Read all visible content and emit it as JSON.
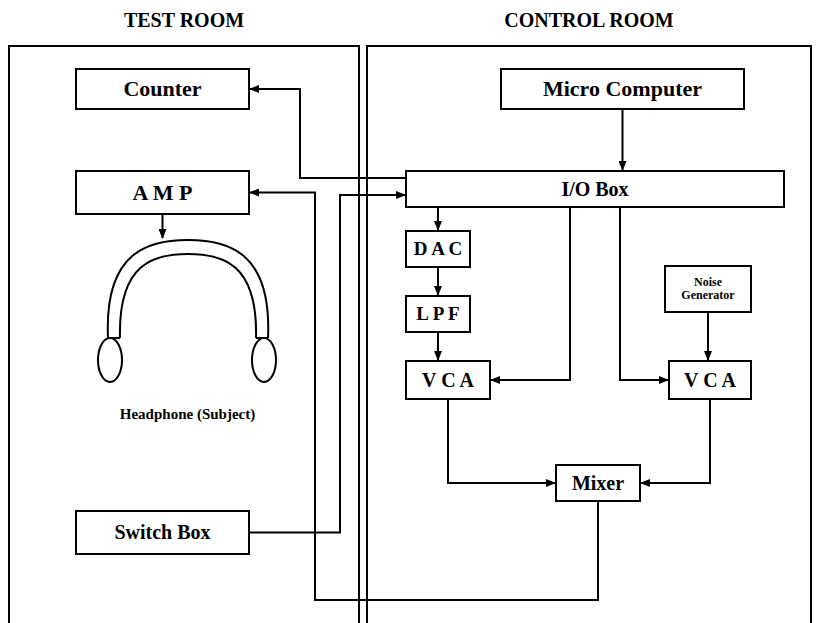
{
  "diagram": {
    "nodes": [
      {
        "text": [
          "TEST ROOM"
        ]
      },
      {
        "text": [
          "CONTROL ROOM"
        ]
      },
      {
        "text": [
          "Counter"
        ],
        "in": 0
      },
      {
        "text": [
          "A M P"
        ],
        "in": 0
      },
      {
        "text": [
          "Headphone (Subject)"
        ],
        "in": 0
      },
      {
        "text": [
          "Switch Box"
        ],
        "in": 0
      },
      {
        "text": [
          "Micro Computer"
        ],
        "in": 1
      },
      {
        "text": [
          "I/O Box"
        ],
        "in": 1
      },
      {
        "text": [
          "D A C"
        ],
        "in": 1
      },
      {
        "text": [
          "L P F"
        ],
        "in": 1
      },
      {
        "text": [
          "V C A"
        ],
        "in": 1
      },
      {
        "text": [
          "Noise Generator"
        ],
        "in": 1
      },
      {
        "text": [
          "V C A"
        ],
        "in": 1
      },
      {
        "text": [
          "Mixer"
        ],
        "in": 1
      }
    ],
    "edges": [
      {
        "from": 7,
        "to": 2,
        "arrow": "to"
      },
      {
        "from": 6,
        "to": 7,
        "arrow": "to"
      },
      {
        "from": 5,
        "to": 7,
        "arrow": "to"
      },
      {
        "from": 13,
        "to": 3,
        "arrow": "to"
      },
      {
        "from": 3,
        "to": 4,
        "arrow": "to"
      },
      {
        "from": 7,
        "to": 8,
        "arrow": "to"
      },
      {
        "from": 8,
        "to": 9,
        "arrow": "to"
      },
      {
        "from": 9,
        "to": 10,
        "arrow": "to"
      },
      {
        "from": 7,
        "to": 10,
        "arrow": "to"
      },
      {
        "from": 7,
        "to": 12,
        "arrow": "to"
      },
      {
        "from": 11,
        "to": 12,
        "arrow": "to"
      },
      {
        "from": 10,
        "to": 13,
        "arrow": "to"
      },
      {
        "from": 12,
        "to": 13,
        "arrow": "to"
      }
    ]
  }
}
